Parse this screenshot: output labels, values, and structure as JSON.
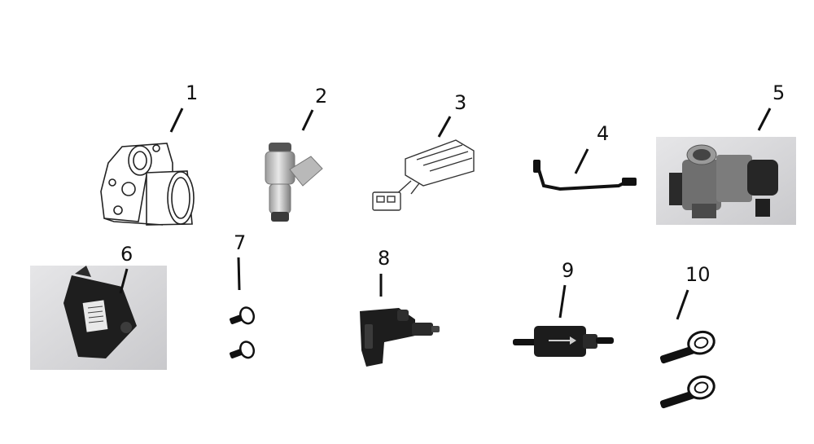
{
  "parts": [
    {
      "number": "1",
      "icon": "throttle-body-housing-icon"
    },
    {
      "number": "2",
      "icon": "fuel-injector-icon"
    },
    {
      "number": "3",
      "icon": "wiring-connector-icon"
    },
    {
      "number": "4",
      "icon": "sensor-cable-icon"
    },
    {
      "number": "5",
      "icon": "throttle-body-assembly-icon"
    },
    {
      "number": "6",
      "icon": "map-sensor-icon"
    },
    {
      "number": "7",
      "icon": "screws-icon"
    },
    {
      "number": "8",
      "icon": "temperature-sensor-icon"
    },
    {
      "number": "9",
      "icon": "fuel-filter-icon"
    },
    {
      "number": "10",
      "icon": "hose-clamps-icon"
    }
  ],
  "colors": {
    "ink": "#111111",
    "metal": "#8d8d8d",
    "dark_part": "#1b1b1b",
    "photo_bg": "#d5d5d8"
  }
}
